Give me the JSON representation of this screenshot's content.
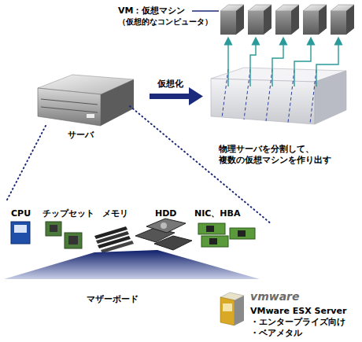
{
  "diagram": {
    "labels": [
      "VM：仮想マシン",
      "（仮想的なコンピュータ）",
      "仮想化",
      "サーバ",
      "物理サーバを分割して、 複数の仮想マシンを作り出す",
      "CPU",
      "チップセット",
      "メモリ",
      "HDD",
      "NIC、HBA",
      "マザーボード",
      "vmware",
      "VMware ESX Server",
      "・エンタープライズ向け",
      "・ベアメタル"
    ]
  }
}
